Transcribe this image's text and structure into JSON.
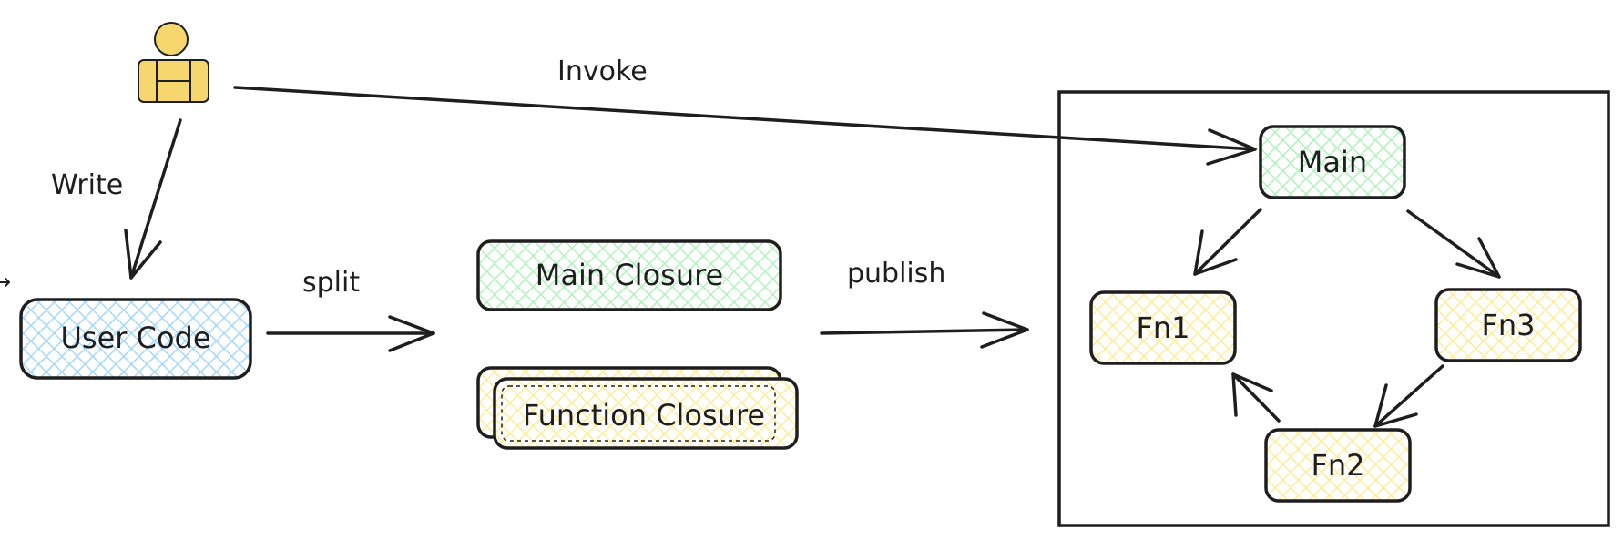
{
  "diagram": {
    "actor": {
      "icon": "user-icon",
      "color": "#f5d76e"
    },
    "edges": {
      "invoke": "Invoke",
      "write": "Write",
      "split": "split",
      "publish": "publish"
    },
    "nodes": {
      "user_code": {
        "label": "User Code",
        "color": "#a5d8ff"
      },
      "main_closure": {
        "label": "Main Closure",
        "color": "#b2f2bb"
      },
      "function_closure": {
        "label": "Function Closure",
        "color": "#ffec99"
      },
      "main": {
        "label": "Main",
        "color": "#b2f2bb"
      },
      "fn1": {
        "label": "Fn1",
        "color": "#ffec99"
      },
      "fn2": {
        "label": "Fn2",
        "color": "#ffec99"
      },
      "fn3": {
        "label": "Fn3",
        "color": "#ffec99"
      }
    }
  }
}
